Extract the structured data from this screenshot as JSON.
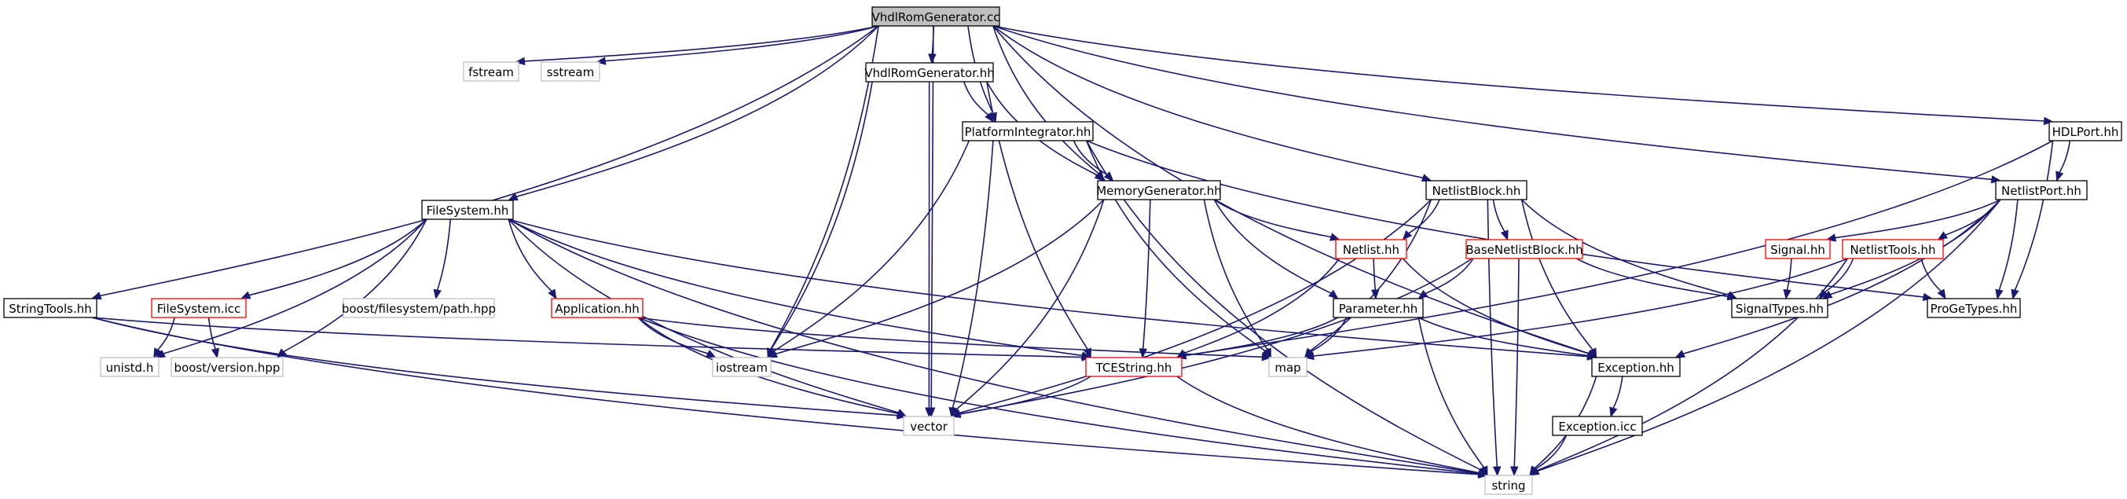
{
  "graph": {
    "colors": {
      "edge": "#191970",
      "root_fill": "#bfbfbf",
      "normal_border": "#000000",
      "external_border": "#bfbfbf",
      "incomplete_border": "#ff0000"
    },
    "nodes": [
      {
        "id": "vhdlromgenerator-cc",
        "label": "VhdlRomGenerator.cc",
        "kind": "root"
      },
      {
        "id": "fstream",
        "label": "fstream",
        "kind": "external"
      },
      {
        "id": "sstream",
        "label": "sstream",
        "kind": "external"
      },
      {
        "id": "vhdlromgenerator-hh",
        "label": "VhdlRomGenerator.hh",
        "kind": "normal"
      },
      {
        "id": "platformintegrator-hh",
        "label": "PlatformIntegrator.hh",
        "kind": "normal"
      },
      {
        "id": "memorygenerator-hh",
        "label": "MemoryGenerator.hh",
        "kind": "normal"
      },
      {
        "id": "netlistblock-hh",
        "label": "NetlistBlock.hh",
        "kind": "normal"
      },
      {
        "id": "hdlport-hh",
        "label": "HDLPort.hh",
        "kind": "normal"
      },
      {
        "id": "netlistport-hh",
        "label": "NetlistPort.hh",
        "kind": "normal"
      },
      {
        "id": "filesystem-hh",
        "label": "FileSystem.hh",
        "kind": "normal"
      },
      {
        "id": "netlist-hh",
        "label": "Netlist.hh",
        "kind": "incomplete"
      },
      {
        "id": "basenetlistblock-hh",
        "label": "BaseNetlistBlock.hh",
        "kind": "incomplete"
      },
      {
        "id": "signal-hh",
        "label": "Signal.hh",
        "kind": "incomplete"
      },
      {
        "id": "netlisttools-hh",
        "label": "NetlistTools.hh",
        "kind": "incomplete"
      },
      {
        "id": "stringtools-hh",
        "label": "StringTools.hh",
        "kind": "normal"
      },
      {
        "id": "filesystem-icc",
        "label": "FileSystem.icc",
        "kind": "incomplete"
      },
      {
        "id": "boost-filesystem-path-hpp",
        "label": "boost/filesystem/path.hpp",
        "kind": "external"
      },
      {
        "id": "application-hh",
        "label": "Application.hh",
        "kind": "incomplete"
      },
      {
        "id": "parameter-hh",
        "label": "Parameter.hh",
        "kind": "normal"
      },
      {
        "id": "signaltypes-hh",
        "label": "SignalTypes.hh",
        "kind": "normal"
      },
      {
        "id": "progetypes-hh",
        "label": "ProGeTypes.hh",
        "kind": "normal"
      },
      {
        "id": "unistd-h",
        "label": "unistd.h",
        "kind": "external"
      },
      {
        "id": "boost-version-hpp",
        "label": "boost/version.hpp",
        "kind": "external"
      },
      {
        "id": "iostream",
        "label": "iostream",
        "kind": "external"
      },
      {
        "id": "tcestring-hh",
        "label": "TCEString.hh",
        "kind": "incomplete"
      },
      {
        "id": "map",
        "label": "map",
        "kind": "external"
      },
      {
        "id": "exception-hh",
        "label": "Exception.hh",
        "kind": "normal"
      },
      {
        "id": "vector",
        "label": "vector",
        "kind": "external"
      },
      {
        "id": "exception-icc",
        "label": "Exception.icc",
        "kind": "normal"
      },
      {
        "id": "string",
        "label": "string",
        "kind": "external"
      }
    ],
    "edges": [
      [
        "vhdlromgenerator-cc",
        "fstream"
      ],
      [
        "vhdlromgenerator-cc",
        "sstream"
      ],
      [
        "vhdlromgenerator-cc",
        "vhdlromgenerator-hh"
      ],
      [
        "vhdlromgenerator-cc",
        "platformintegrator-hh"
      ],
      [
        "vhdlromgenerator-cc",
        "memorygenerator-hh"
      ],
      [
        "vhdlromgenerator-cc",
        "netlistblock-hh"
      ],
      [
        "vhdlromgenerator-cc",
        "hdlport-hh"
      ],
      [
        "vhdlromgenerator-cc",
        "netlistport-hh"
      ],
      [
        "vhdlromgenerator-cc",
        "filesystem-hh"
      ],
      [
        "vhdlromgenerator-cc",
        "stringtools-hh"
      ],
      [
        "vhdlromgenerator-cc",
        "iostream"
      ],
      [
        "vhdlromgenerator-cc",
        "vector"
      ],
      [
        "vhdlromgenerator-cc",
        "exception-hh"
      ],
      [
        "vhdlromgenerator-hh",
        "platformintegrator-hh"
      ],
      [
        "vhdlromgenerator-hh",
        "memorygenerator-hh"
      ],
      [
        "vhdlromgenerator-hh",
        "iostream"
      ],
      [
        "vhdlromgenerator-hh",
        "vector"
      ],
      [
        "vhdlromgenerator-hh",
        "tcestring-hh"
      ],
      [
        "platformintegrator-hh",
        "memorygenerator-hh"
      ],
      [
        "platformintegrator-hh",
        "progetypes-hh"
      ],
      [
        "platformintegrator-hh",
        "iostream"
      ],
      [
        "platformintegrator-hh",
        "vector"
      ],
      [
        "platformintegrator-hh",
        "map"
      ],
      [
        "platformintegrator-hh",
        "string"
      ],
      [
        "memorygenerator-hh",
        "netlist-hh"
      ],
      [
        "memorygenerator-hh",
        "parameter-hh"
      ],
      [
        "memorygenerator-hh",
        "iostream"
      ],
      [
        "memorygenerator-hh",
        "vector"
      ],
      [
        "memorygenerator-hh",
        "tcestring-hh"
      ],
      [
        "memorygenerator-hh",
        "map"
      ],
      [
        "netlistblock-hh",
        "netlist-hh"
      ],
      [
        "netlistblock-hh",
        "basenetlistblock-hh"
      ],
      [
        "netlistblock-hh",
        "signaltypes-hh"
      ],
      [
        "netlistblock-hh",
        "map"
      ],
      [
        "netlistblock-hh",
        "vector"
      ],
      [
        "netlistblock-hh",
        "exception-hh"
      ],
      [
        "netlistblock-hh",
        "string"
      ],
      [
        "hdlport-hh",
        "netlistport-hh"
      ],
      [
        "hdlport-hh",
        "progetypes-hh"
      ],
      [
        "hdlport-hh",
        "tcestring-hh"
      ],
      [
        "netlistport-hh",
        "signal-hh"
      ],
      [
        "netlistport-hh",
        "netlisttools-hh"
      ],
      [
        "netlistport-hh",
        "signaltypes-hh"
      ],
      [
        "netlistport-hh",
        "progetypes-hh"
      ],
      [
        "netlistport-hh",
        "exception-hh"
      ],
      [
        "netlistport-hh",
        "string"
      ],
      [
        "filesystem-hh",
        "filesystem-icc"
      ],
      [
        "filesystem-hh",
        "boost-filesystem-path-hpp"
      ],
      [
        "filesystem-hh",
        "application-hh"
      ],
      [
        "filesystem-hh",
        "unistd-h"
      ],
      [
        "filesystem-hh",
        "boost-version-hpp"
      ],
      [
        "filesystem-hh",
        "tcestring-hh"
      ],
      [
        "filesystem-hh",
        "exception-hh"
      ],
      [
        "filesystem-hh",
        "vector"
      ],
      [
        "filesystem-hh",
        "string"
      ],
      [
        "filesystem-icc",
        "unistd-h"
      ],
      [
        "filesystem-icc",
        "boost-version-hpp"
      ],
      [
        "application-hh",
        "iostream"
      ],
      [
        "application-hh",
        "map"
      ],
      [
        "application-hh",
        "vector"
      ],
      [
        "application-hh",
        "string"
      ],
      [
        "stringtools-hh",
        "tcestring-hh"
      ],
      [
        "stringtools-hh",
        "vector"
      ],
      [
        "stringtools-hh",
        "string"
      ],
      [
        "netlist-hh",
        "parameter-hh"
      ],
      [
        "netlist-hh",
        "tcestring-hh"
      ],
      [
        "netlist-hh",
        "exception-hh"
      ],
      [
        "basenetlistblock-hh",
        "parameter-hh"
      ],
      [
        "basenetlistblock-hh",
        "signaltypes-hh"
      ],
      [
        "basenetlistblock-hh",
        "vector"
      ],
      [
        "basenetlistblock-hh",
        "string"
      ],
      [
        "signal-hh",
        "signaltypes-hh"
      ],
      [
        "netlisttools-hh",
        "signaltypes-hh"
      ],
      [
        "netlisttools-hh",
        "progetypes-hh"
      ],
      [
        "netlisttools-hh",
        "map"
      ],
      [
        "netlisttools-hh",
        "string"
      ],
      [
        "parameter-hh",
        "tcestring-hh"
      ],
      [
        "parameter-hh",
        "map"
      ],
      [
        "parameter-hh",
        "exception-hh"
      ],
      [
        "parameter-hh",
        "string"
      ],
      [
        "tcestring-hh",
        "vector"
      ],
      [
        "tcestring-hh",
        "string"
      ],
      [
        "exception-hh",
        "exception-icc"
      ],
      [
        "exception-hh",
        "string"
      ],
      [
        "exception-icc",
        "string"
      ]
    ]
  }
}
